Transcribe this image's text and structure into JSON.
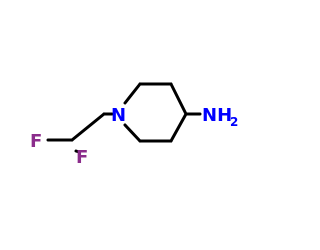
{
  "molecule": {
    "atoms": {
      "fluorine_upper": {
        "label": "F",
        "color": "#8b2c8b"
      },
      "fluorine_lower": {
        "label": "F",
        "color": "#8b2c8b"
      },
      "ring_nitrogen": {
        "label": "N",
        "color": "#0000ff"
      },
      "amine_group": {
        "label": "NH",
        "subscript": "2",
        "color": "#0000ff"
      }
    },
    "bond_color": "#000000"
  }
}
